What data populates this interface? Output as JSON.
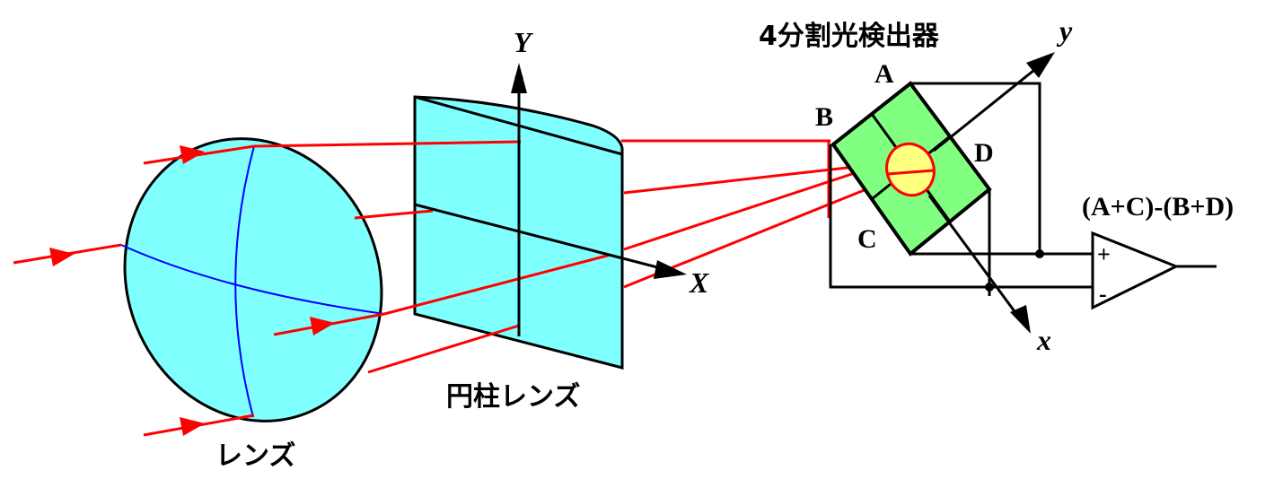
{
  "labels": {
    "lens": "レンズ",
    "cylindrical_lens": "円柱レンズ",
    "detector": "4分割光検出器",
    "axis_X": "X",
    "axis_Y": "Y",
    "axis_x": "x",
    "axis_y": "y",
    "quadrant_A": "A",
    "quadrant_B": "B",
    "quadrant_C": "C",
    "quadrant_D": "D",
    "formula": "(A+C)-(B+D)",
    "plus": "+",
    "minus": "-"
  },
  "colors": {
    "lens_fill": "#80ffff",
    "detector_fill": "#80ff80",
    "spot_fill": "#ffff80",
    "ray": "#ff0000",
    "meridian": "#0000ff"
  }
}
